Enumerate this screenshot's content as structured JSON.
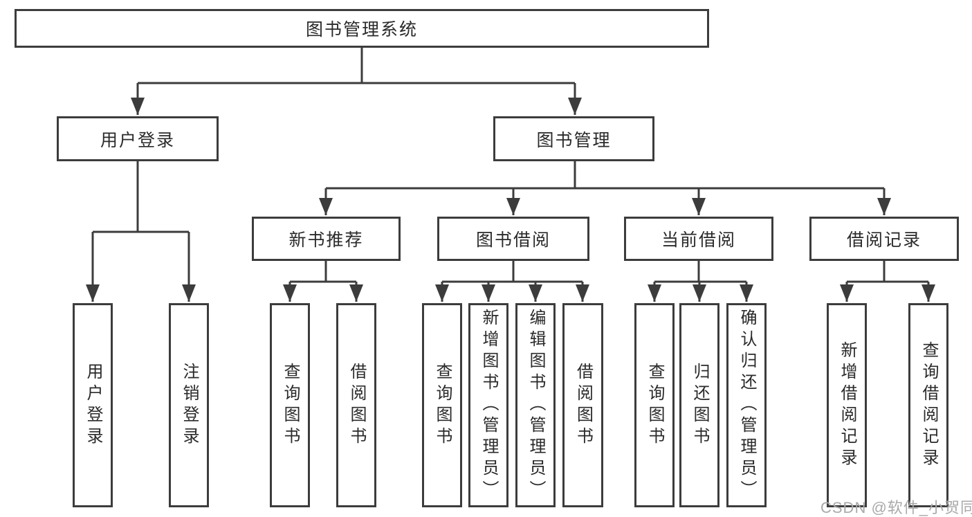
{
  "colors": {
    "line": "#3c3c3c",
    "box_border": "#3c3c3c",
    "box_fill": "#ffffff",
    "text": "#2a2a2a",
    "watermark": "#a9a9a9"
  },
  "tree": {
    "root": "图书管理系统",
    "branches": [
      {
        "label": "用户登录",
        "children": [
          "用户登录",
          "注销登录"
        ]
      },
      {
        "label": "图书管理",
        "groups": [
          {
            "label": "新书推荐",
            "children": [
              "查询图书",
              "借阅图书"
            ]
          },
          {
            "label": "图书借阅",
            "children": [
              "查询图书",
              "新增图书（管理员）",
              "编辑图书（管理员）",
              "借阅图书"
            ]
          },
          {
            "label": "当前借阅",
            "children": [
              "查询图书",
              "归还图书",
              "确认归还（管理员）"
            ]
          },
          {
            "label": "借阅记录",
            "children": [
              "新增借阅记录",
              "查询借阅记录"
            ]
          }
        ]
      }
    ]
  },
  "watermark": "CSDN @软件_小贺同学"
}
